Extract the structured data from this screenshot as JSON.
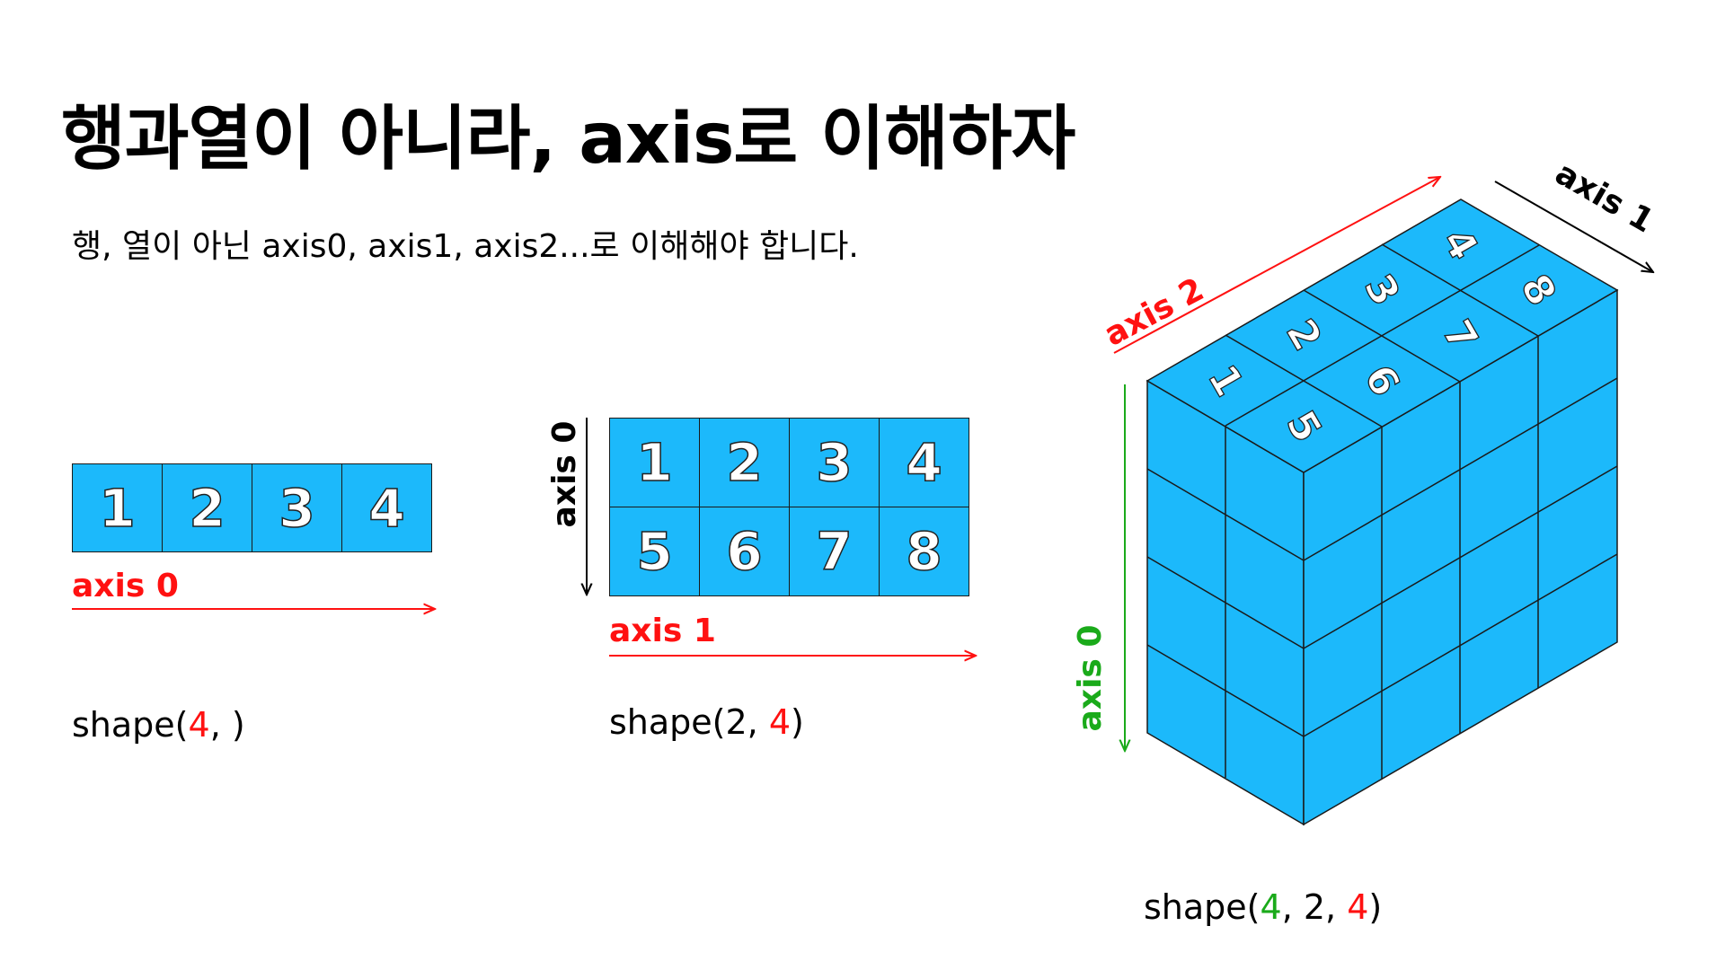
{
  "title": "행과열이 아니라, axis로 이해하자",
  "subtitle": "행, 열이 아닌 axis0, axis1, axis2...로 이해해야 합니다.",
  "colors": {
    "cube_fill": "#1cb9fb",
    "cube_top": "#1cb9fb",
    "red": "#ff1111",
    "green": "#1aaa1a",
    "edge": "#1a1a1a"
  },
  "diagram1": {
    "cells": [
      "1",
      "2",
      "3",
      "4"
    ],
    "axis_label": "axis 0",
    "shape": {
      "prefix": "shape(",
      "v1": "4",
      "suffix": ", )"
    }
  },
  "diagram2": {
    "cells": [
      "1",
      "2",
      "3",
      "4",
      "5",
      "6",
      "7",
      "8"
    ],
    "axis0_label": "axis 0",
    "axis1_label": "axis 1",
    "shape": {
      "prefix": "shape(2, ",
      "v1": "4",
      "suffix": ")"
    }
  },
  "diagram3": {
    "top_row_back": [
      "1",
      "2",
      "3",
      "4"
    ],
    "top_row_front": [
      "5",
      "6",
      "7",
      "8"
    ],
    "axis0_label": "axis 0",
    "axis1_label": "axis 1",
    "axis2_label": "axis 2",
    "shape": {
      "prefix": "shape(",
      "v0": "4",
      "mid": ", 2, ",
      "v2": "4",
      "suffix": ")"
    }
  }
}
